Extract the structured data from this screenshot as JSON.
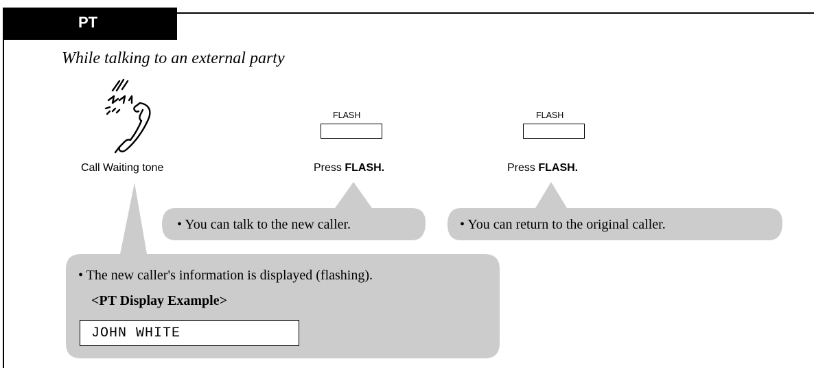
{
  "header": {
    "tab_label": "PT"
  },
  "subtitle": "While talking to an external party",
  "steps": [
    {
      "icon": "ringing-handset-icon",
      "caption": "Call Waiting tone"
    },
    {
      "key_label": "FLASH",
      "caption_prefix": "Press ",
      "caption_bold": "FLASH."
    },
    {
      "key_label": "FLASH",
      "caption_prefix": "Press ",
      "caption_bold": "FLASH."
    }
  ],
  "callouts": {
    "new_caller": "• You can talk to the new caller.",
    "original_caller": "• You can return to the original caller.",
    "info": "• The new caller's information is displayed (flashing)."
  },
  "display_example": {
    "heading": "<PT Display Example>",
    "text": "JOHN WHITE"
  },
  "colors": {
    "callout_fill": "#cccccc",
    "tab_fill": "#000000"
  }
}
